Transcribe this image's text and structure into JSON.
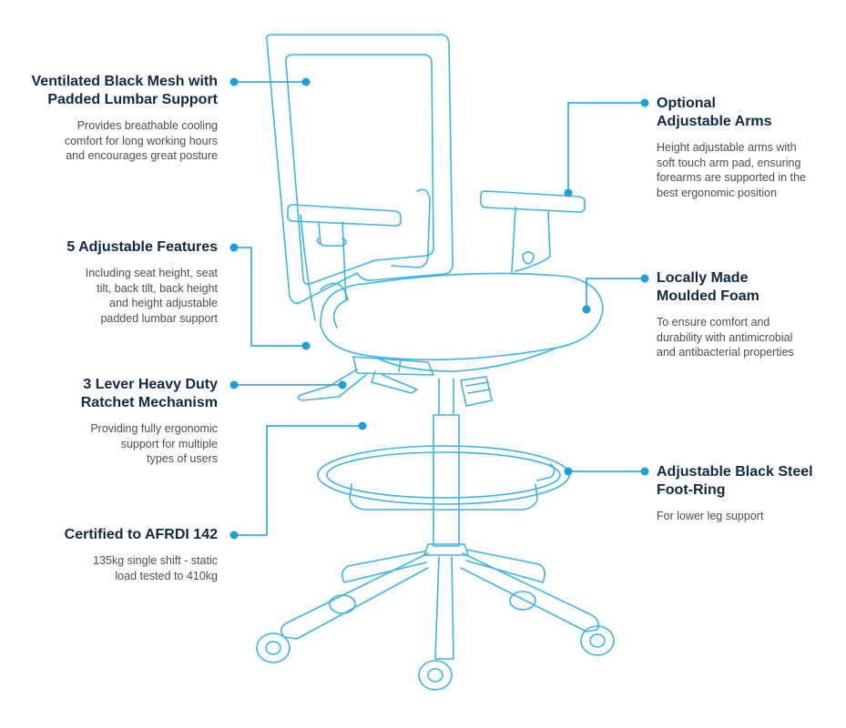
{
  "accent_color": "#1a9fe3",
  "outline_color": "#3db4e8",
  "features": [
    {
      "id": "mesh",
      "side": "left",
      "title_lines": [
        "Ventilated Black Mesh with",
        "Padded Lumbar Support"
      ],
      "desc_lines": [
        "Provides breathable cooling",
        "comfort for long working hours",
        "and encourages great posture"
      ]
    },
    {
      "id": "adjustable-features",
      "side": "left",
      "title_lines": [
        "5 Adjustable Features"
      ],
      "desc_lines": [
        "Including seat height, seat",
        "tilt, back tilt, back height",
        "and height adjustable",
        "padded lumbar support"
      ]
    },
    {
      "id": "ratchet",
      "side": "left",
      "title_lines": [
        "3 Lever Heavy Duty",
        "Ratchet Mechanism"
      ],
      "desc_lines": [
        "Providing fully ergonomic",
        "support for multiple",
        "types of users"
      ]
    },
    {
      "id": "certified",
      "side": "left",
      "title_lines": [
        "Certified to AFRDI 142"
      ],
      "desc_lines": [
        "135kg single shift - static",
        "load tested to 410kg"
      ]
    },
    {
      "id": "arms",
      "side": "right",
      "title_lines": [
        "Optional",
        "Adjustable Arms"
      ],
      "desc_lines": [
        "Height adjustable arms with",
        "soft touch arm pad, ensuring",
        "forearms are supported in the",
        "best ergonomic position"
      ]
    },
    {
      "id": "foam",
      "side": "right",
      "title_lines": [
        "Locally Made",
        "Moulded Foam"
      ],
      "desc_lines": [
        "To ensure comfort and",
        "durability with antimicrobial",
        "and antibacterial properties"
      ]
    },
    {
      "id": "footring",
      "side": "right",
      "title_lines": [
        "Adjustable Black Steel",
        "Foot-Ring"
      ],
      "desc_lines": [
        "For lower leg support"
      ]
    }
  ]
}
